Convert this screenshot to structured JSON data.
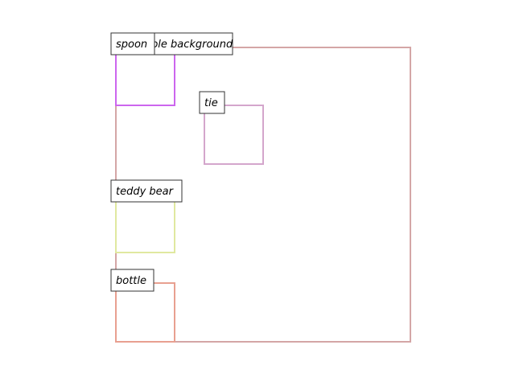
{
  "scene": {
    "frame_color": "#000000",
    "boxes": [
      {
        "label": "the whole background",
        "color": "#d4a6a6"
      },
      {
        "label": "spoon",
        "color": "#cc66ee"
      },
      {
        "label": "tie",
        "color": "#d4a6cc"
      },
      {
        "label": "teddy bear",
        "color": "#e0e8a0"
      },
      {
        "label": "bottle",
        "color": "#e8a090"
      }
    ]
  }
}
